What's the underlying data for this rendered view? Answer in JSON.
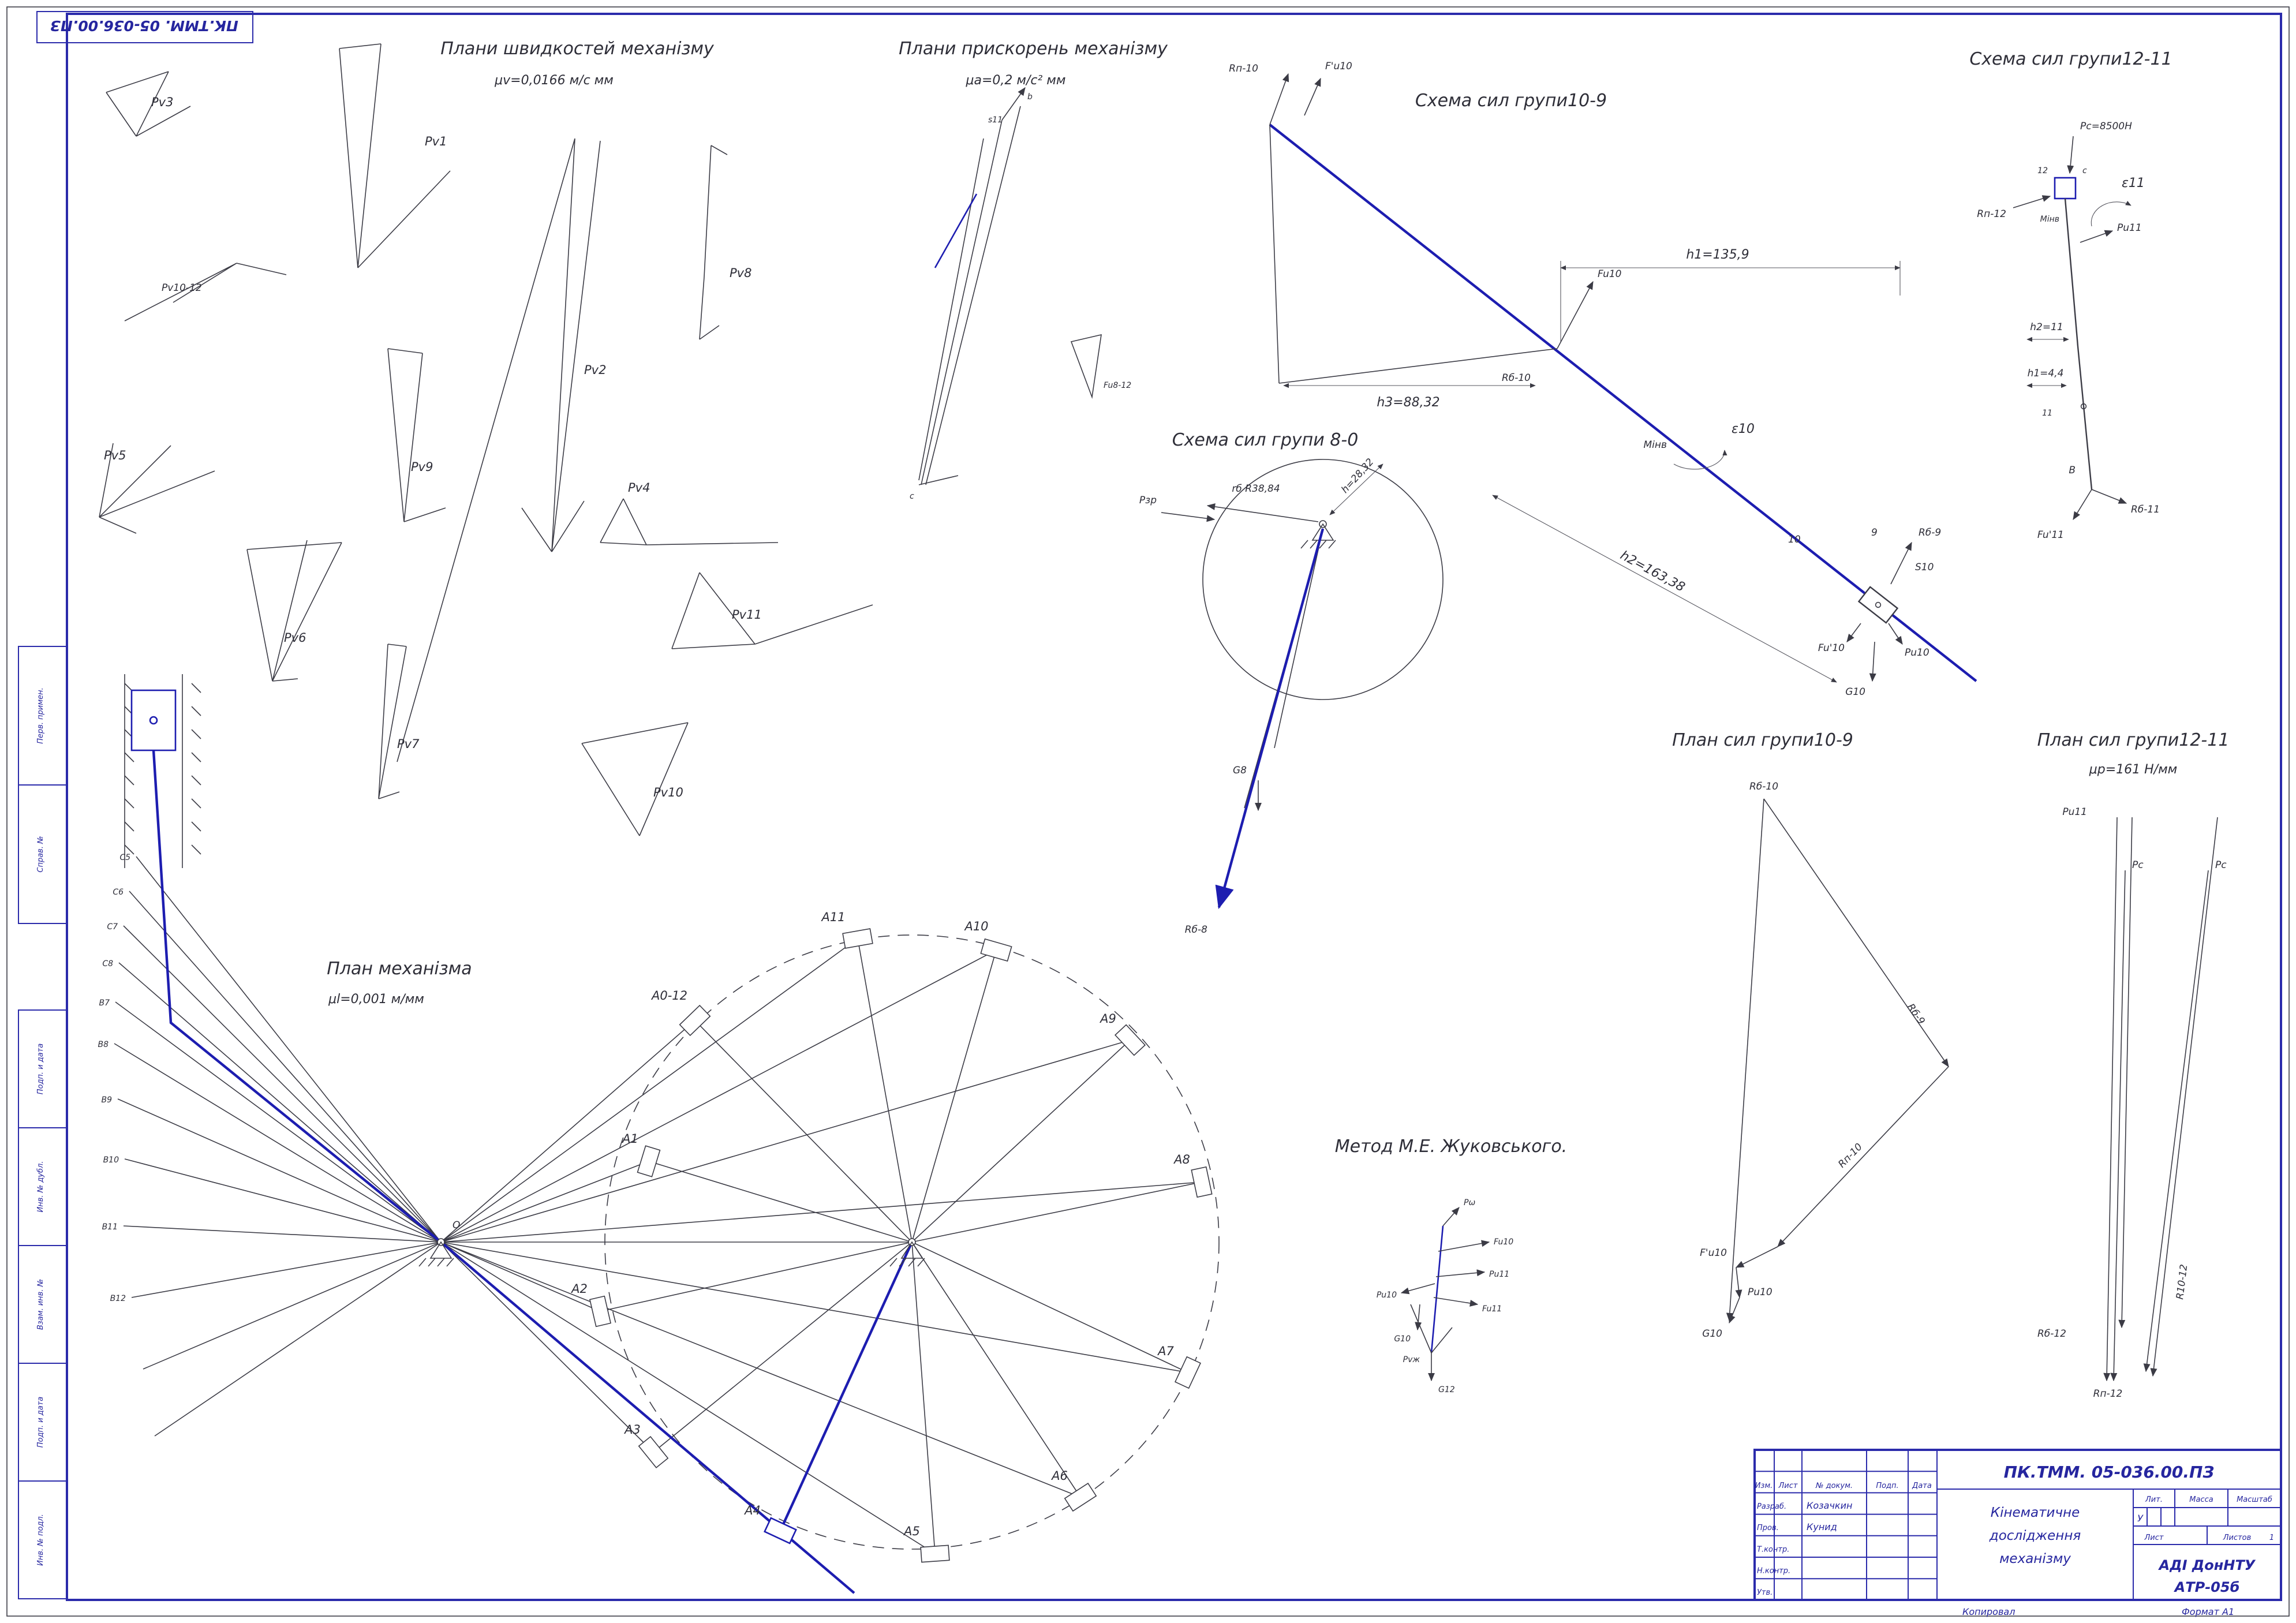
{
  "sheet": {
    "doc_code_top": "ПК.ТММ. 05-036.00.ПЗ",
    "copy_label": "Копировал",
    "format_label": "Формат А1",
    "accent_color": "#1d1db0",
    "side_labels": [
      "Перв. примен.",
      "Справ. №",
      "Подп. и дата",
      "Инв. № дубл.",
      "Взам. инв. №",
      "Подп. и дата",
      "Инв. № подл."
    ]
  },
  "velocity": {
    "title": "Плани швидкостей механізму",
    "scale": "μv=0,0166 м/с мм",
    "poles": [
      "Pv3",
      "Pv1",
      "Pv10-12",
      "Pv2",
      "Pv8",
      "Pv5",
      "Pv9",
      "Pv4",
      "Pv6",
      "Pv11",
      "Pv7",
      "Pv10"
    ]
  },
  "acceleration": {
    "title": "Плани прискорень механізму",
    "scale": "μa=0,2 м/с² мм",
    "letters": {
      "b": "b",
      "c": "c",
      "s11": "s11"
    },
    "fu812": "Fu8-12"
  },
  "scheme10_9": {
    "title": "Схема сил групи10-9",
    "h1": "h1=135,9",
    "h3": "h3=88,32",
    "h2": "h2=163,38",
    "eps": "ε10",
    "m": "Mінв",
    "rn10": "Rп-10",
    "fu10p": "F'u10",
    "fu10": "Fu10",
    "rb10": "Rб-10",
    "n10": "10",
    "n9": "9",
    "s10": "S10",
    "rb9": "Rб-9",
    "fu10b": "Fu'10",
    "pu10": "Pu10",
    "g10": "G10"
  },
  "scheme12_11": {
    "title": "Схема сил групи12-11",
    "pc": "Pс=8500Н",
    "n12": "12",
    "c": "c",
    "rn12": "Rп-12",
    "eps": "ε11",
    "m": "Mінв",
    "pu11": "Pu11",
    "h2": "h2=11",
    "h1": "h1=4,4",
    "n11": "11",
    "b": "B",
    "fu11": "Fu'11",
    "rb11": "Rб-11"
  },
  "scheme8_0": {
    "title": "Схема сил групи 8-0",
    "p": "Pзр",
    "r": "rб R38,84",
    "h": "h=28,32",
    "g8": "G8",
    "rb8": "Rб-8"
  },
  "plan10_9": {
    "title": "План сил групи10-9",
    "rb10": "Rб-10",
    "rb9": "Rб-9",
    "rn10": "Rп-10",
    "fu10": "F'u10",
    "pu10": "Pu10",
    "g10": "G10"
  },
  "plan12_11": {
    "title": "План сил групи12-11",
    "scale": "μp=161 Н/мм",
    "pu11": "Pu11",
    "pc1": "Pc",
    "pc2": "Pc",
    "r10_12": "R10-12",
    "rn12": "Rп-12",
    "rb12": "Rб-12"
  },
  "mechanism": {
    "title": "План механізма",
    "scale": "μl=0,001 м/мм",
    "origin": "O",
    "positions": [
      "A0-12",
      "A1",
      "A2",
      "A3",
      "A4",
      "A5",
      "A6",
      "A7",
      "A8",
      "A9",
      "A10",
      "A11"
    ],
    "points": [
      "C5",
      "C6",
      "C7",
      "C8",
      "B7",
      "B8",
      "B9",
      "B10",
      "B11",
      "B12"
    ]
  },
  "zhukovsky": {
    "title": "Метод М.Е. Жуковського.",
    "pole": "Pvж",
    "pw": "Pω",
    "fu10": "Fu10",
    "fu11": "Fu11",
    "pu10": "Pu10",
    "pu11": "Pu11",
    "g10": "G10",
    "g12": "G12"
  },
  "titleblock": {
    "code": "ПК.ТММ. 05-036.00.ПЗ",
    "title_line1": "Кінематичне",
    "title_line2": "дослідження",
    "title_line3": "механізму",
    "org_line1": "АДІ ДонНТУ",
    "org_line2": "АТР-05б",
    "header": [
      "Изм.",
      "Лист",
      "№ докум.",
      "Подп.",
      "Дата"
    ],
    "rows": [
      {
        "role": "Разраб.",
        "name": "Козачкин"
      },
      {
        "role": "Пров.",
        "name": "Кунид"
      },
      {
        "role": "Т.контр.",
        "name": ""
      },
      {
        "role": "Н.контр.",
        "name": ""
      },
      {
        "role": "Утв.",
        "name": ""
      }
    ],
    "lit_label": "Лит.",
    "lit_value": "У",
    "mass_label": "Масса",
    "scale_label": "Масштаб",
    "sheet_label": "Лист",
    "sheets_label": "Листов",
    "sheets_value": "1"
  }
}
